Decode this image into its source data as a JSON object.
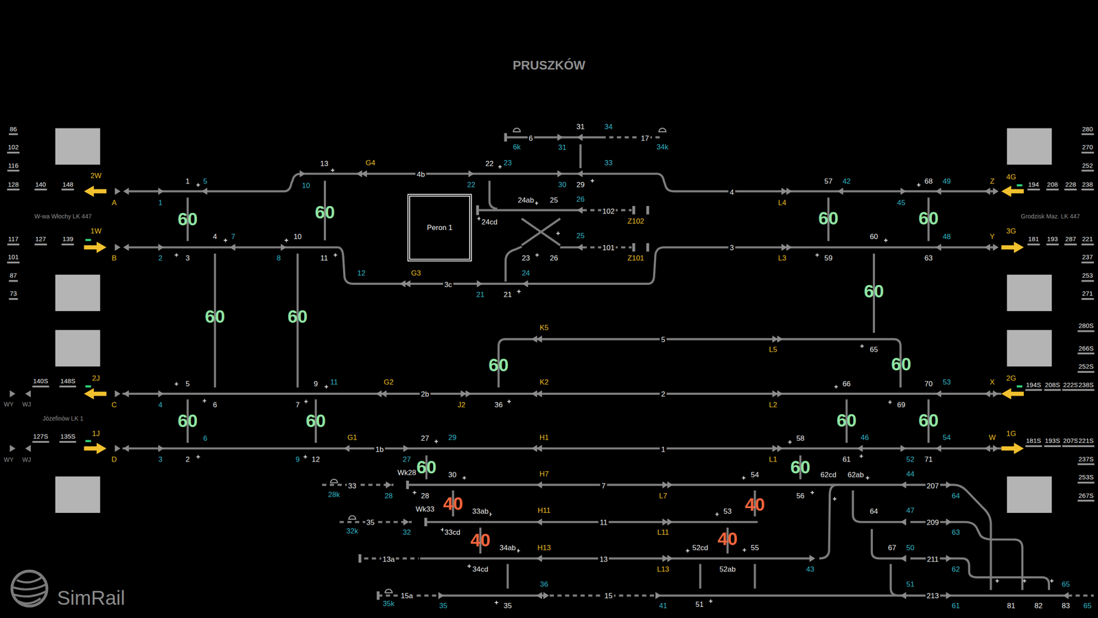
{
  "diagram": {
    "title": "PRUSZKÓW",
    "nodes": [
      {
        "text": [
          "Peron 1"
        ]
      }
    ],
    "labels": [
      "86",
      "102",
      "116",
      "128",
      "140",
      "148",
      "2W",
      "A",
      "1",
      "1",
      "5",
      "W-wa Włochy LK 447",
      "117",
      "127",
      "139",
      "1W",
      "101",
      "87",
      "73",
      "B",
      "2",
      "3",
      "4",
      "7",
      "8",
      "10",
      "11",
      "12",
      "10",
      "13",
      "G4",
      "4b",
      "22",
      "23",
      "22",
      "6k",
      "6",
      "31",
      "34",
      "17",
      "34k",
      "31",
      "30",
      "29",
      "33",
      "4",
      "L4",
      "57",
      "42",
      "45",
      "68",
      "49",
      "Z",
      "4G",
      "194",
      "208",
      "228",
      "238",
      "280",
      "270",
      "252",
      "Grodzisk Maz. LK 447",
      "24ab",
      "25",
      "26",
      "24cd",
      "102",
      "Z102",
      "25",
      "101",
      "Z101",
      "23",
      "26",
      "24",
      "21",
      "21",
      "G3",
      "3c",
      "3",
      "L3",
      "60",
      "59",
      "63",
      "48",
      "Y",
      "3G",
      "181",
      "193",
      "287",
      "221",
      "237",
      "253",
      "271",
      "K5",
      "5",
      "L5",
      "65",
      "280S",
      "266S",
      "252S",
      "140S",
      "148S",
      "2J",
      "WY",
      "WJ",
      "C",
      "4",
      "5",
      "6",
      "Józefinów LK 1",
      "7",
      "9",
      "11",
      "G2",
      "2b",
      "J2",
      "36",
      "K2",
      "2",
      "L2",
      "66",
      "69",
      "70",
      "53",
      "X",
      "2G",
      "194S",
      "208S",
      "222S",
      "238S",
      "127S",
      "135S",
      "1J",
      "WY",
      "WJ",
      "D",
      "3",
      "2",
      "6",
      "9",
      "12",
      "G1",
      "1b",
      "27",
      "29",
      "27",
      "H1",
      "1",
      "L1",
      "58",
      "46",
      "61",
      "52",
      "71",
      "54",
      "W",
      "1G",
      "181S",
      "193S",
      "207S",
      "221S",
      "237S",
      "253S",
      "267S",
      "33",
      "28k",
      "28",
      "Wk28",
      "28",
      "30",
      "H7",
      "7",
      "L7",
      "54",
      "56",
      "62cd",
      "62ab",
      "44",
      "207",
      "64",
      "35",
      "32k",
      "32",
      "Wk33",
      "33ab",
      "33cd",
      "H11",
      "11",
      "L11",
      "53",
      "64",
      "47",
      "209",
      "63",
      "13a",
      "34ab",
      "34cd",
      "H13",
      "13",
      "L13",
      "52cd",
      "52ab",
      "55",
      "43",
      "67",
      "50",
      "211",
      "62",
      "35k",
      "15a",
      "35",
      "35",
      "36",
      "15",
      "41",
      "51",
      "51",
      "213",
      "61",
      "81",
      "82",
      "83",
      "65",
      "65",
      "60",
      "60",
      "60",
      "60",
      "60",
      "60",
      "60",
      "60",
      "60",
      "60",
      "60",
      "60",
      "60",
      "60",
      "60",
      "40",
      "40",
      "40",
      "40",
      "SimRail"
    ]
  }
}
